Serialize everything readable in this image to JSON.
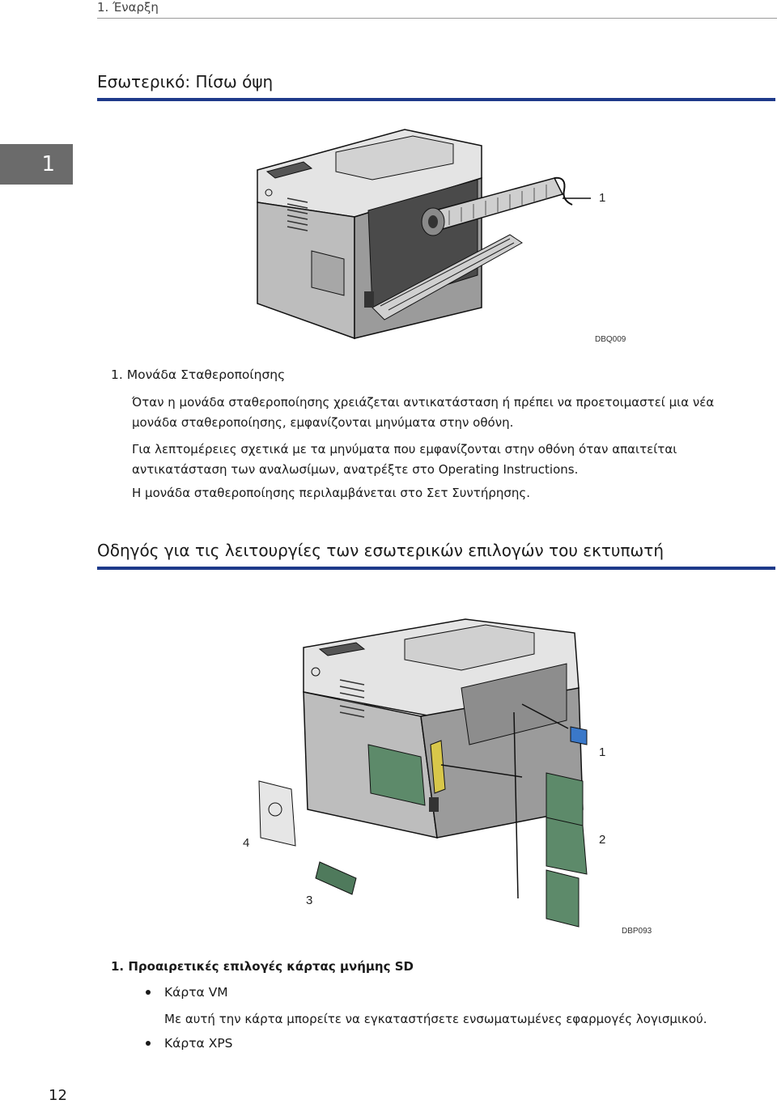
{
  "header": {
    "running_title": "1. Έναρξη",
    "chapter_number": "1"
  },
  "section1": {
    "title": "Εσωτερικό: Πίσω όψη",
    "figure": {
      "code": "DBQ009",
      "callouts": [
        "1"
      ]
    },
    "item_head": "1. Μονάδα Σταθεροποίησης",
    "paragraphs": [
      "Όταν η μονάδα σταθεροποίησης χρειάζεται αντικατάσταση ή πρέπει να προετοιμαστεί μια νέα μονάδα σταθεροποίησης, εμφανίζονται μηνύματα στην οθόνη.",
      "Για λεπτομέρειες σχετικά με τα μηνύματα που εμφανίζονται στην οθόνη όταν απαιτείται αντικατάσταση των αναλωσίμων, ανατρέξτε στο Operating Instructions.",
      "Η μονάδα σταθεροποίησης περιλαμβάνεται στο Σετ Συντήρησης."
    ]
  },
  "section2": {
    "title": "Οδηγός για τις λειτουργίες των εσωτερικών επιλογών του εκτυπωτή",
    "figure": {
      "code": "DBP093",
      "callouts": [
        "1",
        "2",
        "3",
        "4"
      ]
    },
    "item_head": "1. Προαιρετικές επιλογές κάρτας μνήμης SD",
    "bullets": [
      {
        "label": "Κάρτα VM",
        "description": "Με αυτή την κάρτα μπορείτε να εγκαταστήσετε ενσωματωμένες εφαρμογές λογισμικού."
      },
      {
        "label": "Κάρτα XPS"
      }
    ]
  },
  "footer": {
    "page_number": "12"
  },
  "colors": {
    "section_rule": "#1e3a8a",
    "chapter_tab": "#6b6b6b",
    "sd_card": "#3a78c9"
  }
}
